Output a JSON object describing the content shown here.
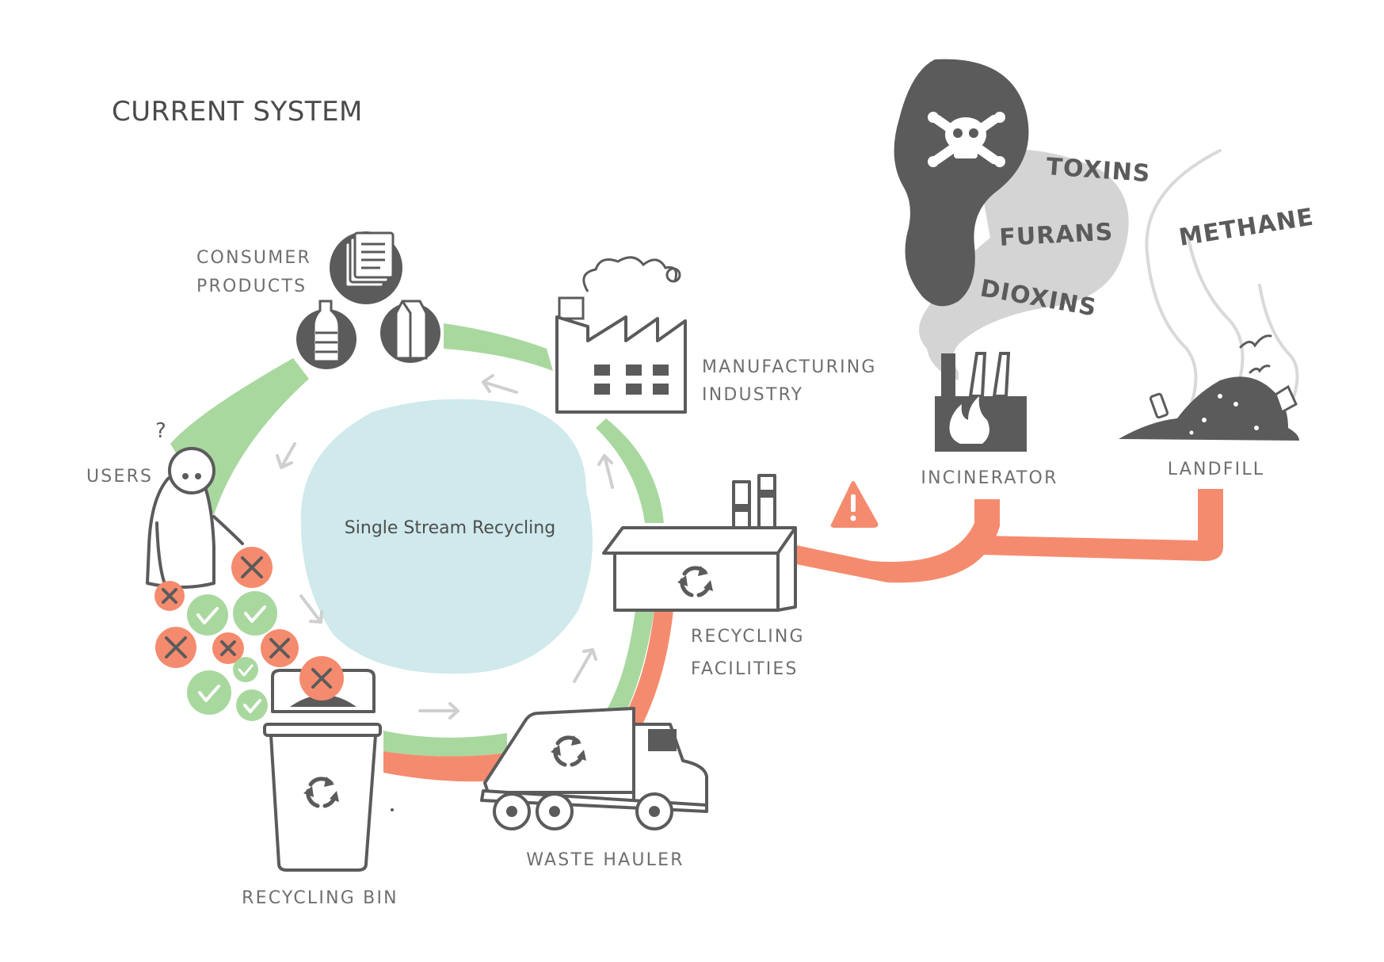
{
  "title": "CURRENT SYSTEM",
  "center_label": "Single Stream Recycling",
  "nodes": {
    "consumer_products": [
      "CONSUMER",
      "PRODUCTS"
    ],
    "manufacturing": [
      "MANUFACTURING",
      "INDUSTRY"
    ],
    "users": "USERS",
    "recycling_facilities": [
      "RECYCLING",
      "FACILITIES"
    ],
    "waste_hauler": "WASTE HAULER",
    "recycling_bin": "RECYCLING BIN",
    "incinerator": "INCINERATOR",
    "landfill": "LANDFILL"
  },
  "emissions": {
    "toxins": "TOXINS",
    "furans": "FURANS",
    "dioxins": "DIOXINS",
    "methane": "METHANE"
  },
  "user_questionmark": "?",
  "colors": {
    "green": "#a9d89f",
    "orange": "#f58b6e",
    "blue": "#cfe9ec",
    "dark": "#5b5b5b",
    "smoke_light": "#d4d4d4",
    "arrow": "#cfcfcf"
  },
  "icons": {
    "skull": "skull-crossbones-icon",
    "flame": "flame-icon",
    "warning": "warning-triangle-icon",
    "recycle": "recycle-icon",
    "check": "check-icon",
    "cross": "x-icon"
  }
}
